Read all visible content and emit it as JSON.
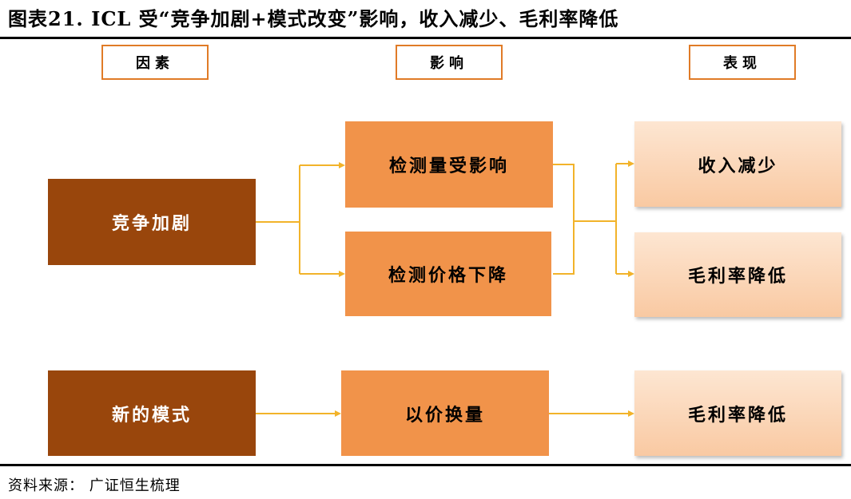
{
  "title": "图表21.  ICL 受“竞争加剧+模式改变”影响，收入减少、毛利率降低",
  "headers": {
    "factor": "因素",
    "impact": "影响",
    "result": "表现"
  },
  "flow1": {
    "factor": "竞争加剧",
    "impacts": [
      "检测量受影响",
      "检测价格下降"
    ],
    "results": [
      "收入减少",
      "毛利率降低"
    ]
  },
  "flow2": {
    "factor": "新的模式",
    "impact": "以价换量",
    "result": "毛利率降低"
  },
  "source": "资料来源： 广证恒生梳理",
  "colors": {
    "factor_fill": "#99460c",
    "impact_fill": "#f1934a",
    "result_fill": "#fbd7b8",
    "header_border": "#e07b27",
    "connector": "#f2b32a"
  }
}
